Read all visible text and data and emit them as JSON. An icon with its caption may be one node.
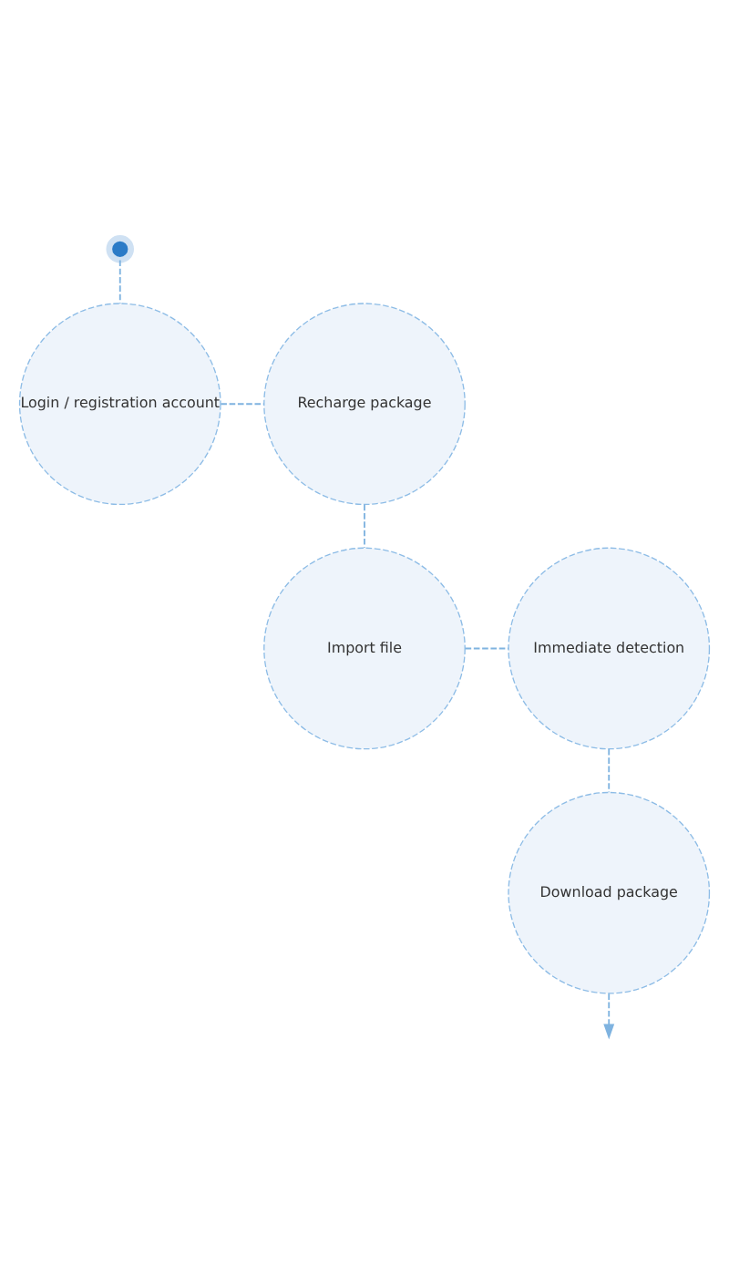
{
  "diagram": {
    "nodes": [
      {
        "text": [],
        "shape": "circle"
      },
      {
        "text": [
          "Login / registration account"
        ]
      },
      {
        "text": [
          "Recharge package"
        ]
      },
      {
        "text": [
          "Import file"
        ]
      },
      {
        "text": [
          "Immediate detection"
        ]
      },
      {
        "text": [
          "Download package"
        ]
      }
    ],
    "edges": [
      {
        "from": 0,
        "to": 1,
        "arrow": "none",
        "style": "dashed"
      },
      {
        "from": 1,
        "to": 2,
        "arrow": "none",
        "style": "dashed"
      },
      {
        "from": 2,
        "to": 3,
        "arrow": "none",
        "style": "dashed"
      },
      {
        "from": 3,
        "to": 4,
        "arrow": "none",
        "style": "dashed"
      },
      {
        "from": 4,
        "to": 5,
        "arrow": "none",
        "style": "dashed"
      },
      {
        "from": 5,
        "to": null,
        "arrow": "to",
        "style": "dashed"
      }
    ]
  }
}
